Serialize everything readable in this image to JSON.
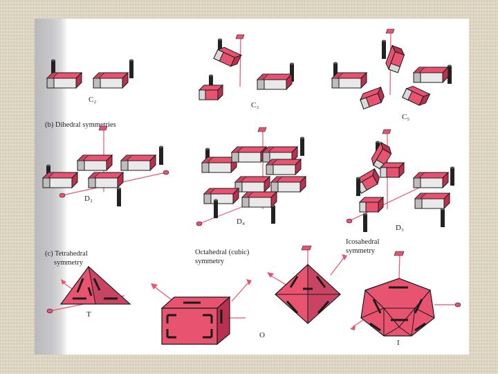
{
  "colors": {
    "pink": "#e8536f",
    "pink_dark": "#b8324f",
    "grey": "#d3d3d3",
    "grey_dark": "#9a9a9a",
    "ink": "#1a1a1a"
  },
  "sections": {
    "dihedral": "(b) Dihedral symmetries",
    "tetrahedral_line1": "(c) Tetrahedral",
    "tetrahedral_line2": "symmetry",
    "octahedral_line1": "Octahedral (cubic)",
    "octahedral_line2": "symmetry",
    "icosahedral_line1": "Icosahedral",
    "icosahedral_line2": "symmetry"
  },
  "labels": {
    "c2": "C₂",
    "c3": "C₃",
    "c5": "C₅",
    "d2": "D₂",
    "d4": "D₄",
    "d3": "D₃",
    "t": "T",
    "o": "O",
    "i": "I"
  }
}
